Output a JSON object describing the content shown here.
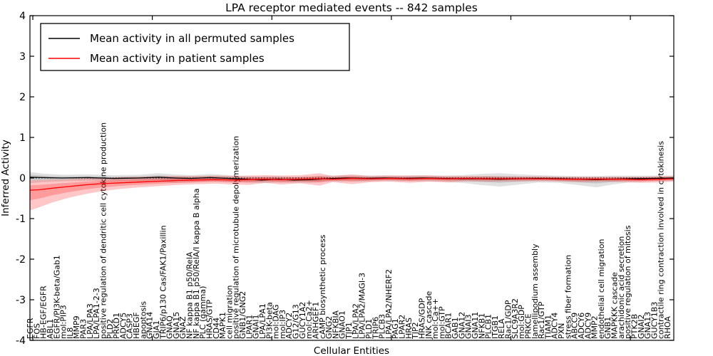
{
  "title": "LPA receptor mediated events -- 842 samples",
  "axes": {
    "xlabel": "Cellular Entities",
    "ylabel": "Inferred Activity",
    "yticks": [
      "4",
      "3",
      "2",
      "1",
      "0",
      "-1",
      "-2",
      "-3",
      "-4"
    ]
  },
  "legend": {
    "entries": [
      {
        "label": "Mean activity in all permuted samples",
        "color": "#000000"
      },
      {
        "label": "Mean activity in patient samples",
        "color": "#ff0000"
      }
    ]
  },
  "chart_data": {
    "type": "line",
    "title": "LPA receptor mediated events -- 842 samples",
    "xlabel": "Cellular Entities",
    "ylabel": "Inferred Activity",
    "ylim": [
      -4,
      4
    ],
    "zero_line": 0,
    "grid": false,
    "legend_position": "upper left",
    "categories": [
      "EGFR",
      "FOS",
      "HB-EGF/EGFR",
      "ABL1",
      "EGFR/PI3K-beta/Gab1",
      "mol:PIP3",
      "IL8",
      "MMP9",
      "PAR3",
      "LPA/LPA3",
      "LPA/LPA1-2-3",
      "positive regulation of dendritic cell cytokine production",
      "PLD2",
      "PRKD1",
      "ADCY5",
      "CASP3",
      "HBEGF",
      "apoptosis",
      "GNA14",
      "GJA1",
      "TRIP6/p130 Cas/FAK1/Paxillin",
      "GNAQ",
      "GNA15",
      "GNAZ",
      "NF kappa B1 p50/RelA",
      "NF kappa B1 p50/RelA/I kappa B alpha",
      "PLC (gamma)",
      "HRAS/GTP",
      "CD44",
      "MAPK1",
      "cell migration",
      "positive regulation of microtubule depolymerization",
      "GNB1/GNG2",
      "LPAR1",
      "GNAI1",
      "LPA/LPA1",
      "PI3K-beta",
      "mol:DAG",
      "mol:IP3",
      "ADCY2",
      "G12/G13",
      "GUCY1A2",
      "mol:Ca2+",
      "ARHGEF1",
      "cAMP biosynthetic process",
      "GNG2",
      "NFKBIA",
      "GNAO1",
      "TJP1",
      "LPA/LPA2",
      "LPA/LPA2/MAGI-3",
      "PLD1",
      "TRIP6",
      "PLCB3",
      "LPA/LPA2/NHERF2",
      "PAG1",
      "LPAR2",
      "HRAS",
      "TJP2",
      "HRAS/GDP",
      "JNK cascade",
      "mol:Ca++",
      "mol:GTP",
      "BCAR1",
      "GAB1",
      "GNA12",
      "GNAI3",
      "GNA11",
      "NFKB1",
      "PLCB1",
      "ITGB1",
      "RELA",
      "Rac1/GDP",
      "SLC9A3R2",
      "mol:GDP",
      "PRKCE",
      "lamellipodium assembly",
      "Rac1/GTP",
      "TIAM1",
      "ADCY4",
      "PXN",
      "stress fiber formation",
      "ABCC9",
      "ADCY6",
      "ADCY9",
      "MMP2",
      "endothelial cell migration",
      "GNB1",
      "MAPKKK cascade",
      "arachidonic acid secretion",
      "positive regulation of mitosis",
      "PTK2B",
      "GNAI2",
      "GNA13",
      "GUCY1B3",
      "contractile ring contraction involved in cytokinesis",
      "RHOA"
    ],
    "series": [
      {
        "name": "Mean activity in all permuted samples",
        "color": "#000000",
        "band_color": "rgba(90,90,90,0.18)",
        "points_format": "[x_fraction, mean, band_low, band_high]",
        "points": [
          [
            0.0,
            0.02,
            -0.13,
            0.15
          ],
          [
            0.02,
            0.01,
            -0.1,
            0.11
          ],
          [
            0.05,
            0.0,
            -0.08,
            0.08
          ],
          [
            0.09,
            0.01,
            -0.07,
            0.09
          ],
          [
            0.13,
            -0.01,
            -0.09,
            0.07
          ],
          [
            0.17,
            0.0,
            -0.08,
            0.08
          ],
          [
            0.2,
            0.02,
            -0.09,
            0.12
          ],
          [
            0.225,
            0.0,
            -0.12,
            0.09
          ],
          [
            0.25,
            -0.01,
            -0.11,
            0.07
          ],
          [
            0.28,
            0.01,
            -0.08,
            0.1
          ],
          [
            0.31,
            -0.01,
            -0.1,
            0.07
          ],
          [
            0.335,
            -0.03,
            -0.11,
            0.05
          ],
          [
            0.36,
            -0.05,
            -0.13,
            0.04
          ],
          [
            0.385,
            -0.03,
            -0.11,
            0.05
          ],
          [
            0.41,
            -0.05,
            -0.12,
            0.03
          ],
          [
            0.435,
            -0.04,
            -0.12,
            0.04
          ],
          [
            0.46,
            -0.02,
            -0.09,
            0.06
          ],
          [
            0.49,
            0.0,
            -0.08,
            0.07
          ],
          [
            0.52,
            -0.01,
            -0.09,
            0.06
          ],
          [
            0.55,
            0.0,
            -0.07,
            0.07
          ],
          [
            0.58,
            -0.01,
            -0.08,
            0.06
          ],
          [
            0.61,
            0.0,
            -0.08,
            0.07
          ],
          [
            0.64,
            -0.01,
            -0.09,
            0.06
          ],
          [
            0.67,
            -0.02,
            -0.12,
            0.07
          ],
          [
            0.7,
            -0.02,
            -0.17,
            0.1
          ],
          [
            0.73,
            -0.03,
            -0.21,
            0.12
          ],
          [
            0.76,
            -0.02,
            -0.16,
            0.09
          ],
          [
            0.79,
            -0.01,
            -0.11,
            0.07
          ],
          [
            0.82,
            -0.02,
            -0.12,
            0.06
          ],
          [
            0.85,
            -0.03,
            -0.17,
            0.05
          ],
          [
            0.88,
            -0.04,
            -0.23,
            0.05
          ],
          [
            0.905,
            -0.03,
            -0.16,
            0.06
          ],
          [
            0.93,
            -0.02,
            -0.11,
            0.06
          ],
          [
            0.96,
            -0.01,
            -0.08,
            0.06
          ],
          [
            1.0,
            0.0,
            -0.07,
            0.06
          ]
        ]
      },
      {
        "name": "Mean activity in patient samples",
        "color": "#ff0000",
        "band_color": "rgba(255,0,0,0.22)",
        "points_format": "[x_fraction, mean, band_low, band_high]",
        "points": [
          [
            0.0,
            -0.3,
            -0.8,
            -0.06
          ],
          [
            0.015,
            -0.29,
            -0.72,
            -0.05
          ],
          [
            0.035,
            -0.25,
            -0.6,
            -0.04
          ],
          [
            0.06,
            -0.21,
            -0.49,
            -0.03
          ],
          [
            0.085,
            -0.17,
            -0.4,
            -0.01
          ],
          [
            0.11,
            -0.14,
            -0.33,
            0.0
          ],
          [
            0.14,
            -0.12,
            -0.27,
            0.02
          ],
          [
            0.17,
            -0.1,
            -0.23,
            0.03
          ],
          [
            0.2,
            -0.08,
            -0.2,
            0.04
          ],
          [
            0.23,
            -0.06,
            -0.17,
            0.05
          ],
          [
            0.26,
            -0.05,
            -0.15,
            0.05
          ],
          [
            0.29,
            -0.04,
            -0.14,
            0.06
          ],
          [
            0.315,
            -0.05,
            -0.16,
            0.05
          ],
          [
            0.34,
            -0.04,
            -0.17,
            0.06
          ],
          [
            0.365,
            -0.03,
            -0.12,
            0.07
          ],
          [
            0.39,
            -0.04,
            -0.16,
            0.06
          ],
          [
            0.42,
            -0.03,
            -0.13,
            0.07
          ],
          [
            0.45,
            -0.02,
            -0.19,
            0.12
          ],
          [
            0.47,
            -0.03,
            -0.1,
            0.05
          ],
          [
            0.5,
            -0.01,
            -0.15,
            0.09
          ],
          [
            0.53,
            -0.02,
            -0.1,
            0.05
          ],
          [
            0.56,
            -0.01,
            -0.09,
            0.06
          ],
          [
            0.59,
            -0.02,
            -0.12,
            0.06
          ],
          [
            0.62,
            -0.01,
            -0.09,
            0.06
          ],
          [
            0.65,
            -0.02,
            -0.11,
            0.05
          ],
          [
            0.68,
            -0.01,
            -0.08,
            0.05
          ],
          [
            0.71,
            -0.02,
            -0.09,
            0.05
          ],
          [
            0.74,
            -0.02,
            -0.08,
            0.04
          ],
          [
            0.77,
            -0.02,
            -0.08,
            0.04
          ],
          [
            0.8,
            -0.02,
            -0.08,
            0.04
          ],
          [
            0.83,
            -0.03,
            -0.09,
            0.03
          ],
          [
            0.86,
            -0.03,
            -0.1,
            0.03
          ],
          [
            0.89,
            -0.03,
            -0.09,
            0.03
          ],
          [
            0.92,
            -0.03,
            -0.1,
            0.03
          ],
          [
            0.95,
            -0.04,
            -0.12,
            0.03
          ],
          [
            0.975,
            -0.03,
            -0.11,
            0.04
          ],
          [
            1.0,
            -0.02,
            -0.09,
            0.05
          ]
        ]
      }
    ],
    "layout": {
      "xtick_indices": [
        0,
        18,
        36,
        54,
        72,
        90
      ],
      "category_font_px": 11,
      "tick_direction": "in"
    }
  }
}
